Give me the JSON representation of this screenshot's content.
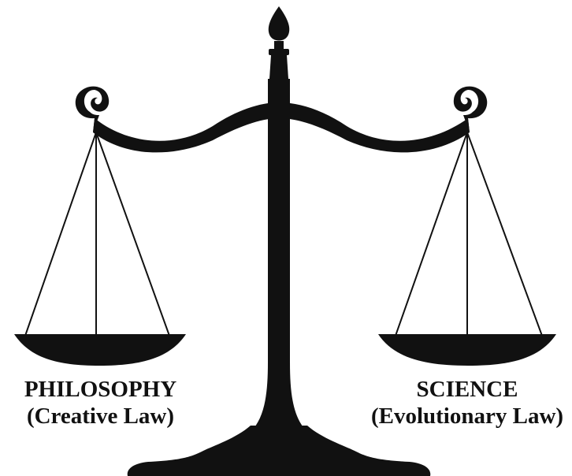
{
  "left_pan": {
    "title": "PHILOSOPHY",
    "subtitle": "(Creative Law)"
  },
  "right_pan": {
    "title": "SCIENCE",
    "subtitle": "(Evolutionary Law)"
  },
  "colors": {
    "ink": "#111111",
    "background": "#ffffff"
  }
}
